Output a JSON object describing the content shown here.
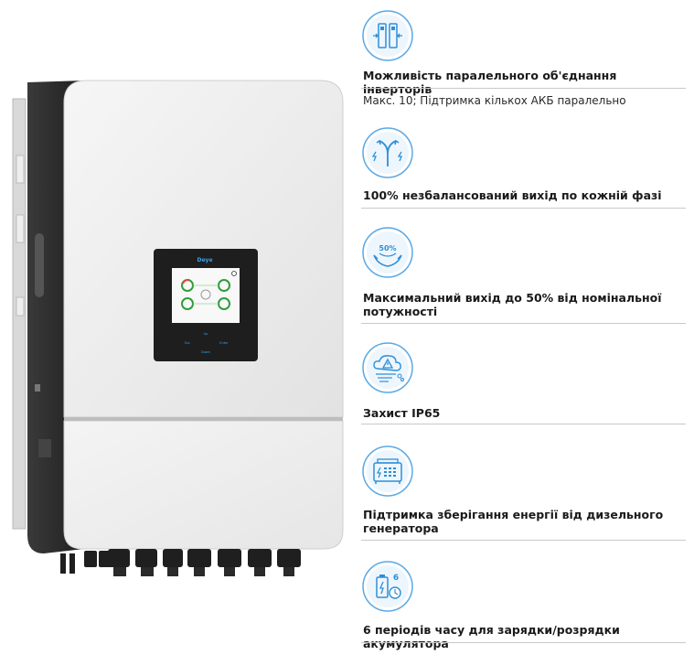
{
  "product": {
    "brand": "Deye",
    "screen_buttons": [
      "Esc",
      "Up",
      "Down",
      "Enter"
    ]
  },
  "colors": {
    "accent": "#2e8fd6",
    "icon_ring": "#5aa9e6",
    "divider": "#c9c9c9",
    "housing_top": "#e9e9e9",
    "housing_bottom": "#efefef",
    "housing_side": "#2b2b2b",
    "screen_bezel": "#1e1e1e"
  },
  "features": [
    {
      "icon": "parallel-inverters-icon",
      "title": "Можливість паралельного об'єднання інверторів",
      "subtitle": "Макс. 10; Підтримка кількох АКБ паралельно"
    },
    {
      "icon": "unbalanced-output-icon",
      "title": "100% незбалансований вихід по кожній фазі",
      "subtitle": ""
    },
    {
      "icon": "fifty-percent-output-icon",
      "icon_text": "50%",
      "title": "Максимальний вихід до 50% від номінальної потужності",
      "subtitle": ""
    },
    {
      "icon": "ip65-protection-icon",
      "title": "Захист IP65",
      "subtitle": ""
    },
    {
      "icon": "diesel-generator-icon",
      "title": "Підтримка зберігання енергії від дизельного генератора",
      "subtitle": ""
    },
    {
      "icon": "six-time-periods-icon",
      "icon_text": "6",
      "title": "6 періодів часу для зарядки/розрядки акумулятора",
      "subtitle": ""
    }
  ]
}
